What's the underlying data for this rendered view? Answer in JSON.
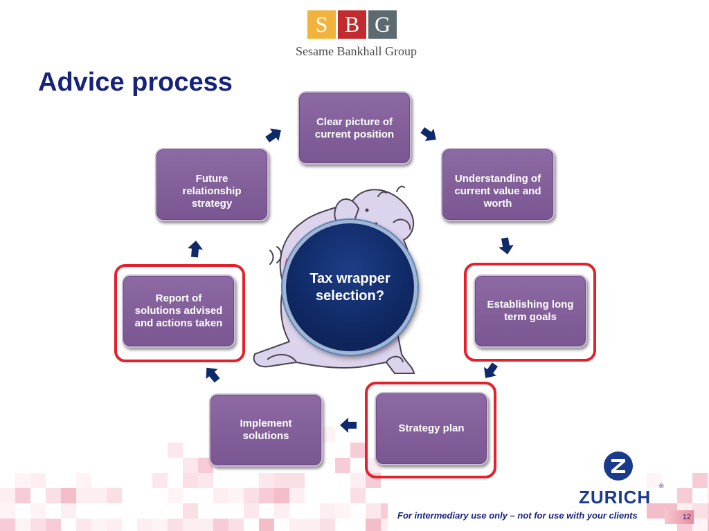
{
  "logo": {
    "letters": [
      "S",
      "B",
      "G"
    ],
    "subtitle": "Sesame Bankhall Group"
  },
  "title": "Advice process",
  "steps": [
    {
      "lines": [
        "Clear picture of",
        "current position"
      ],
      "highlighted": false
    },
    {
      "lines": [
        "Understanding of",
        "current value and",
        "worth"
      ],
      "highlighted": false
    },
    {
      "lines": [
        "Establishing long",
        "term goals"
      ],
      "highlighted": true
    },
    {
      "lines": [
        "Strategy plan"
      ],
      "highlighted": true
    },
    {
      "lines": [
        "Implement",
        "solutions"
      ],
      "highlighted": false
    },
    {
      "lines": [
        "Report of",
        "solutions advised",
        "and actions taken"
      ],
      "highlighted": true
    },
    {
      "lines": [
        "Future",
        "relationship",
        "strategy"
      ],
      "highlighted": false
    }
  ],
  "center": {
    "lines": [
      "Tax wrapper",
      "selection?"
    ]
  },
  "zurich": {
    "name": "ZURICH",
    "registered": "®"
  },
  "footer": {
    "text": "For intermediary use only – not for use with your clients",
    "page": "12"
  },
  "colors": {
    "title": "#17237a",
    "box": "#7f5b97",
    "highlight": "#e5202b",
    "arrow": "#0f2a6b",
    "center": "#102a66"
  }
}
